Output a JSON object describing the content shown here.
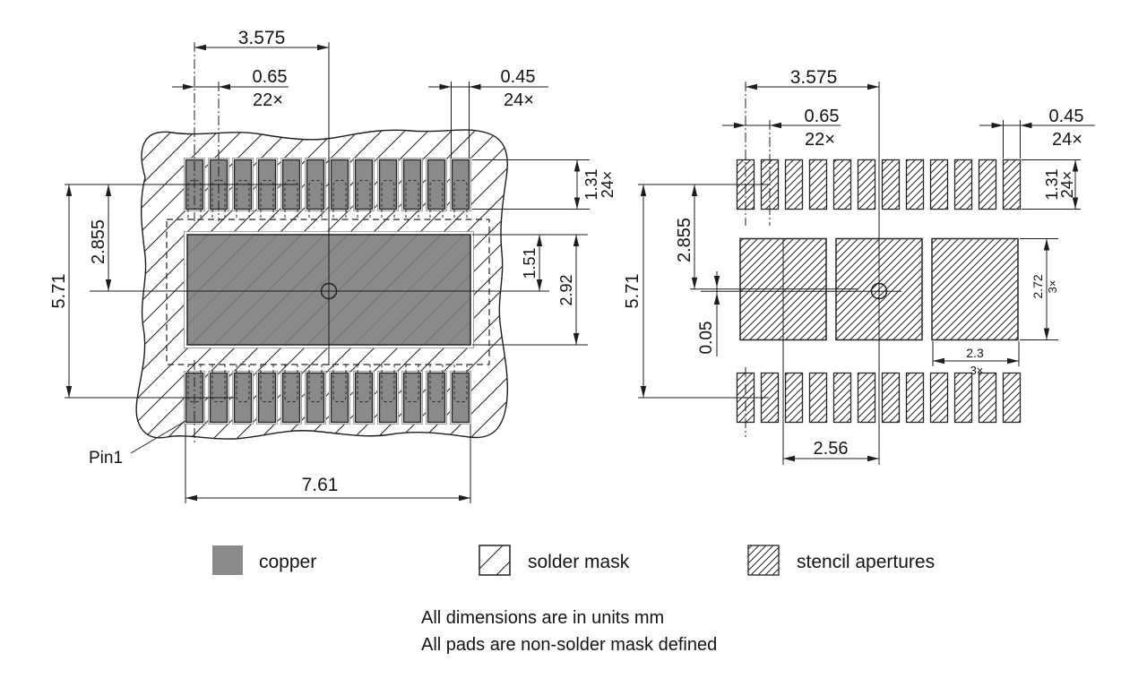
{
  "notes": {
    "units": "All dimensions are in units mm",
    "pads": "All pads are non-solder mask defined"
  },
  "legend": {
    "copper": "copper",
    "solder_mask": "solder mask",
    "stencil": "stencil apertures"
  },
  "left_view": {
    "pin1": "Pin1",
    "row_span": "3.575",
    "pitch": "0.65",
    "pitch_count": "22×",
    "pad_width": "0.45",
    "pad_width_count": "24×",
    "pad_height": "1.31",
    "pad_height_count": "24×",
    "row_center_offset": "2.855",
    "overall_height": "5.71",
    "thermal_top_half": "1.51",
    "thermal_height": "2.92",
    "overall_width": "7.61"
  },
  "right_view": {
    "row_span": "3.575",
    "pitch": "0.65",
    "pitch_count": "22×",
    "pad_width": "0.45",
    "pad_width_count": "24×",
    "pad_height": "1.31",
    "pad_height_count": "24×",
    "row_center_offset": "2.855",
    "overall_height": "5.71",
    "paste_offset": "0.05",
    "aperture_height": "2.72",
    "aperture_height_count": "3×",
    "aperture_width": "2.3",
    "aperture_width_count": "3×",
    "aperture_pitch": "2.56"
  },
  "colors": {
    "copper": "#8a8a8a",
    "line": "#1d1d1d"
  }
}
